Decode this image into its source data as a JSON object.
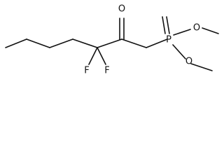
{
  "molecule": {
    "atoms": {
      "O_keto": "O",
      "P": "P",
      "O_methoxy_1": "O",
      "O_methoxy_2": "O",
      "F_1": "F",
      "F_2": "F"
    }
  }
}
